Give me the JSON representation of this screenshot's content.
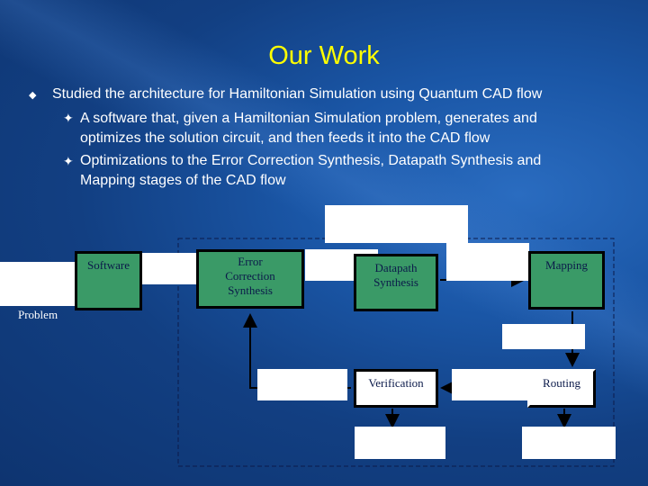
{
  "title": "Our Work",
  "bullets": [
    {
      "text": "Studied the architecture for Hamiltonian Simulation using Quantum CAD flow",
      "sub": [
        {
          "lines": [
            "A software that, given a Hamiltonian Simulation problem, generates and",
            "optimizes the solution circuit, and then feeds it into the CAD flow"
          ]
        },
        {
          "lines": [
            "Optimizations to the Error Correction Synthesis, Datapath Synthesis and",
            "Mapping stages of the CAD flow"
          ]
        }
      ]
    }
  ],
  "diagram": {
    "problem_label": "Problem",
    "software": "Software",
    "error_correction": [
      "Error",
      "Correction",
      "Synthesis"
    ],
    "datapath": [
      "Datapath",
      "Synthesis"
    ],
    "mapping": "Mapping",
    "verification": "Verification",
    "routing": "Routing"
  },
  "colors": {
    "title": "#ffff00",
    "box_fill": "#3a9a67",
    "box_text": "#0b1a4a"
  }
}
